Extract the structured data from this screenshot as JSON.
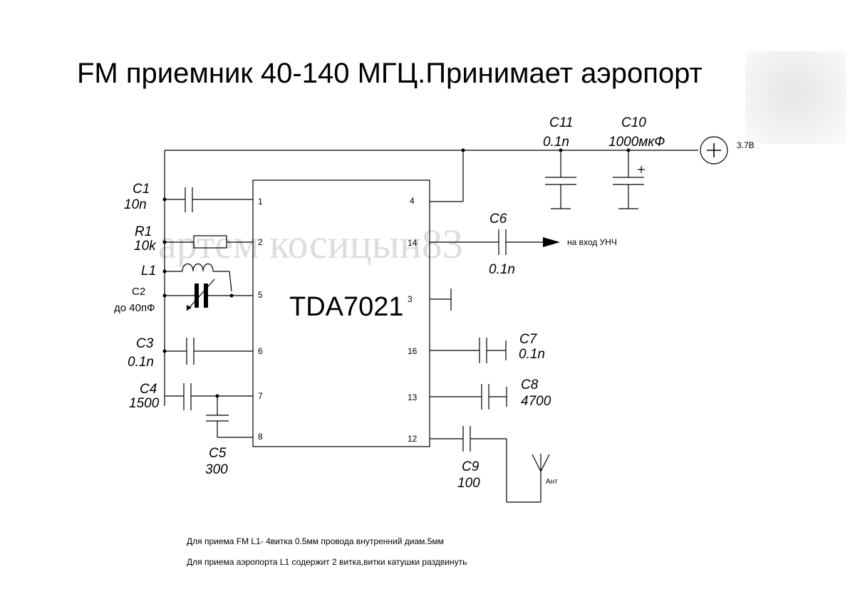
{
  "title": "FM приемник 40-140 МГЦ.Принимает аэропорт",
  "watermark": "артем косицын83",
  "chip": {
    "label": "TDA7021"
  },
  "pins": [
    "1",
    "2",
    "5",
    "6",
    "7",
    "8",
    "4",
    "14",
    "3",
    "16",
    "13",
    "12"
  ],
  "components": {
    "c1": {
      "name": "C1",
      "value": "10n"
    },
    "r1": {
      "name": "R1",
      "value": "10k"
    },
    "l1": {
      "name": "L1"
    },
    "c2": {
      "name": "C2",
      "value": "до 40пФ"
    },
    "c3": {
      "name": "C3",
      "value": "0.1n"
    },
    "c4": {
      "name": "C4",
      "value": "1500"
    },
    "c5": {
      "name": "C5",
      "value": "300"
    },
    "c6": {
      "name": "C6",
      "value": "0.1n"
    },
    "c7": {
      "name": "C7",
      "value": "0.1n"
    },
    "c8": {
      "name": "C8",
      "value": "4700"
    },
    "c9": {
      "name": "C9",
      "value": "100"
    },
    "c10": {
      "name": "C10",
      "value": "1000мкФ"
    },
    "c11": {
      "name": "C11",
      "value": "0.1n"
    }
  },
  "power": {
    "label": "3.7В"
  },
  "output": {
    "label": "на вход УНЧ"
  },
  "antenna": {
    "label": "Ант"
  },
  "notes": [
    "Для приема FM L1- 4витка 0.5мм провода внутренний диам.5мм",
    "Для приема аэропорта L1 содержит 2 витка,витки катушки раздвинуть"
  ]
}
